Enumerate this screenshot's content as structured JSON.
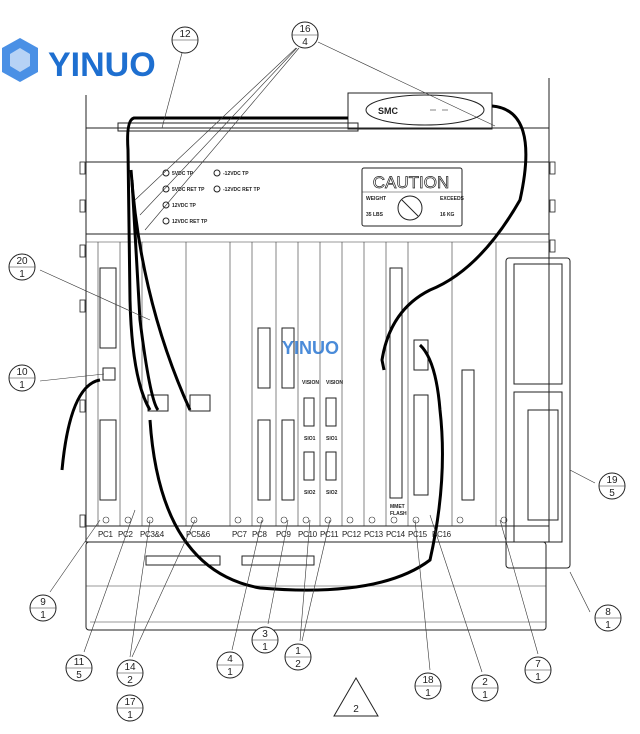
{
  "logo": {
    "text": "YINUO",
    "color": "#1e6fd0"
  },
  "watermark": {
    "text": "YINUO"
  },
  "caution_label": {
    "title": "CAUTION",
    "line1_left": "WEIGHT",
    "line1_right": "EXCEEDS",
    "line2_left": "35 LBS",
    "line2_right": "16 KG"
  },
  "smc_label": {
    "brand": "SMC"
  },
  "test_points": [
    "5VDC TP",
    "5VDC RET TP",
    "12VDC TP",
    "12VDC RET TP",
    "-12VDC TP",
    "-12VDC RET TP"
  ],
  "card_labels": {
    "vision1": "VISION",
    "vision2": "VISION",
    "sio1a": "SIO1",
    "sio2a": "SIO2",
    "sio1b": "SIO1",
    "sio2b": "SIO2",
    "mmet": "MMET",
    "flash": "FLASH"
  },
  "slots": [
    "PC1",
    "PC2",
    "PC3&4",
    "PC5&6",
    "PC7",
    "PC8",
    "PC9",
    "PC10",
    "PC11",
    "PC12",
    "PC13",
    "PC14",
    "PC15",
    "PC16"
  ],
  "balloons": [
    {
      "top": "12",
      "bottom": ""
    },
    {
      "top": "16",
      "bottom": "4"
    },
    {
      "top": "20",
      "bottom": "1"
    },
    {
      "top": "10",
      "bottom": "1"
    },
    {
      "top": "19",
      "bottom": "5"
    },
    {
      "top": "8",
      "bottom": "1"
    },
    {
      "top": "9",
      "bottom": "1"
    },
    {
      "top": "11",
      "bottom": "5"
    },
    {
      "top": "14",
      "bottom": "2"
    },
    {
      "top": "17",
      "bottom": "1"
    },
    {
      "top": "4",
      "bottom": "1"
    },
    {
      "top": "3",
      "bottom": "1"
    },
    {
      "top": "1",
      "bottom": "2"
    },
    {
      "top": "18",
      "bottom": "1"
    },
    {
      "top": "2",
      "bottom": "1"
    },
    {
      "top": "7",
      "bottom": "1"
    }
  ],
  "revision_triangle": "2"
}
